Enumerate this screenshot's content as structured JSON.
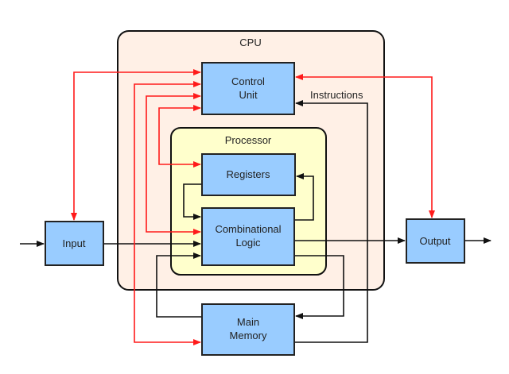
{
  "colors": {
    "cpu_fill": "#fff0e6",
    "processor_fill": "#ffffcc",
    "block_fill": "#99ccff",
    "control_wire": "#ff1a1a",
    "data_wire": "#222222"
  },
  "containers": {
    "cpu": {
      "label": "CPU"
    },
    "processor": {
      "label": "Processor"
    }
  },
  "blocks": {
    "control_unit": {
      "line1": "Control",
      "line2": "Unit"
    },
    "registers": {
      "line1": "Registers"
    },
    "combinational_logic": {
      "line1": "Combinational",
      "line2": "Logic"
    },
    "main_memory": {
      "line1": "Main",
      "line2": "Memory"
    },
    "input": {
      "line1": "Input"
    },
    "output": {
      "line1": "Output"
    }
  },
  "annotations": {
    "instructions": "Instructions"
  },
  "connections": {
    "control": [
      {
        "from": "control_unit",
        "to": "input",
        "bidirectional": true
      },
      {
        "from": "control_unit",
        "to": "output",
        "bidirectional": true
      },
      {
        "from": "main_memory",
        "to": "control_unit"
      },
      {
        "from": "combinational_logic",
        "to": "control_unit"
      },
      {
        "from": "registers",
        "to": "control_unit"
      }
    ],
    "data": [
      {
        "from": "external",
        "to": "input"
      },
      {
        "from": "input",
        "to": "combinational_logic"
      },
      {
        "from": "registers",
        "to": "combinational_logic"
      },
      {
        "from": "combinational_logic",
        "to": "registers"
      },
      {
        "from": "combinational_logic",
        "to": "output"
      },
      {
        "from": "output",
        "to": "external"
      },
      {
        "from": "combinational_logic",
        "to": "main_memory"
      },
      {
        "from": "main_memory",
        "to": "combinational_logic"
      },
      {
        "from": "main_memory",
        "to": "control_unit",
        "label": "Instructions"
      }
    ]
  }
}
